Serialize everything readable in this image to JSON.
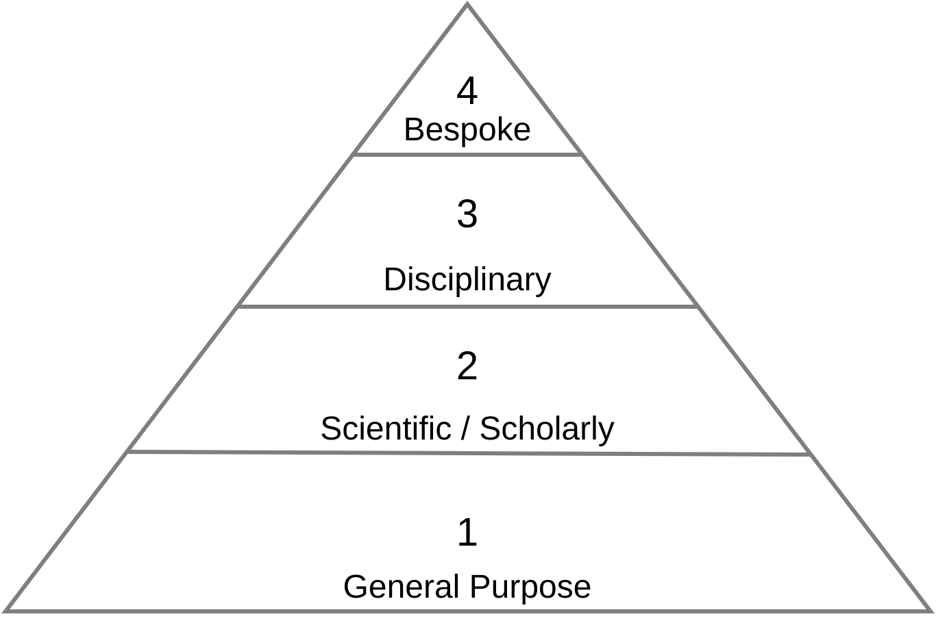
{
  "diagram": {
    "type": "pyramid",
    "line_color": "#7f7f7f",
    "text_color": "#000000",
    "tiers": [
      {
        "number": "4",
        "label": "Bespoke"
      },
      {
        "number": "3",
        "label": "Disciplinary"
      },
      {
        "number": "2",
        "label": "Scientific / Scholarly"
      },
      {
        "number": "1",
        "label": "General Purpose"
      }
    ]
  }
}
